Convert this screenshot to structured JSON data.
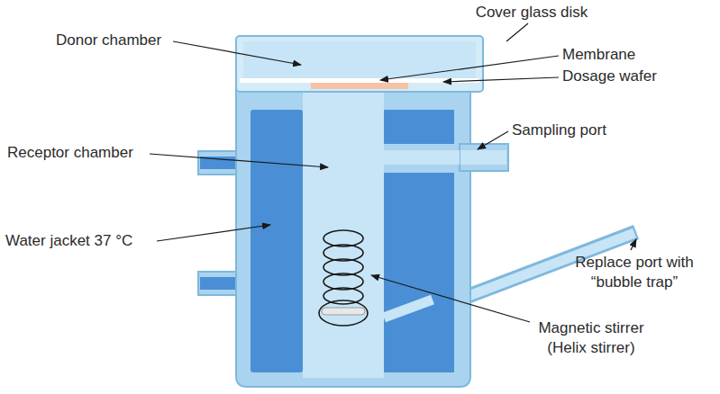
{
  "diagram": {
    "labels": [
      "Cover glass disk",
      "Donor chamber",
      "Membrane",
      "Dosage wafer",
      "Receptor chamber",
      "Sampling port",
      "Water jacket 37 °C",
      "Replace port with “bubble trap”",
      "Magnetic stirrer (Helix stirrer)"
    ]
  }
}
